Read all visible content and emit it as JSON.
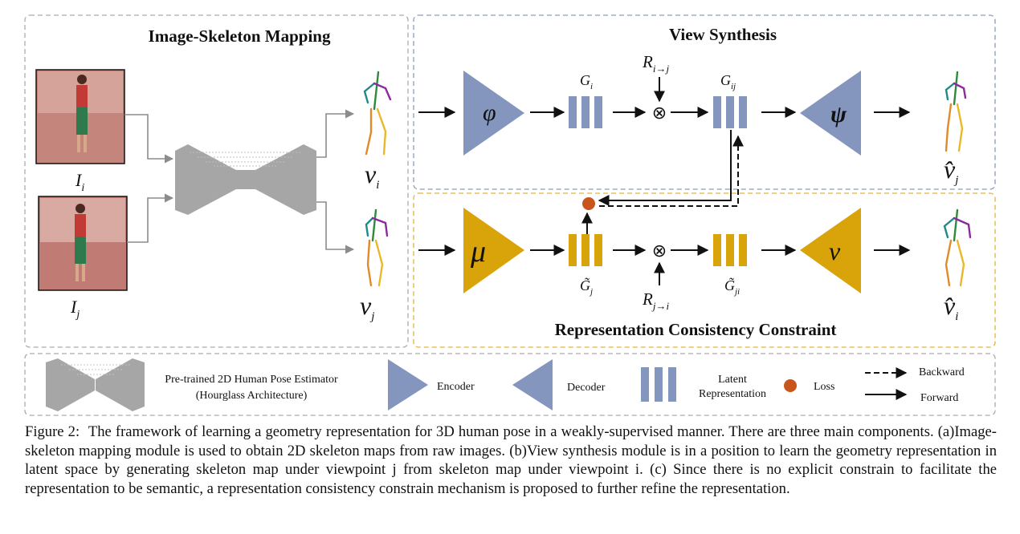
{
  "panels": {
    "mapping_title": "Image-Skeleton Mapping",
    "view_title": "View Synthesis",
    "consistency_title": "Representation Consistency Constraint"
  },
  "symbols": {
    "phi": "φ",
    "psi": "ψ",
    "mu": "μ",
    "nu": "ν",
    "otimes": "⊗",
    "I_i": "I",
    "I_i_sub": "i",
    "I_j": "I",
    "I_j_sub": "j",
    "v_i": "v",
    "v_i_sub": "i",
    "v_j": "v",
    "v_j_sub": "j",
    "vhat_j": "v̂",
    "vhat_j_sub": "j",
    "vhat_i": "v̂",
    "vhat_i_sub": "i",
    "G_i": "G",
    "G_i_sub": "i",
    "G_ij": "G",
    "G_ij_sub": "ij",
    "Gt_j": "G̃",
    "Gt_j_sub": "j",
    "Gt_ji": "G̃",
    "Gt_ji_sub": "ji",
    "R_ij": "R",
    "R_ij_sub": "i→j",
    "R_ji": "R",
    "R_ji_sub": "j→i"
  },
  "legend": {
    "hourglass_line1": "Pre-trained 2D Human Pose Estimator",
    "hourglass_line2": "(Hourglass Architecture)",
    "encoder": "Encoder",
    "decoder": "Decoder",
    "latent_line1": "Latent",
    "latent_line2": "Representation",
    "loss": "Loss",
    "backward": "Backward",
    "forward": "Forward"
  },
  "colors": {
    "blue": "#8496be",
    "gold": "#d8a40a",
    "gray": "#a6a6a6",
    "loss": "#c8561c",
    "blue_border": "#8a9bbf",
    "gold_border": "#e1b43a",
    "gray_border": "#aaaaaa"
  },
  "caption": {
    "label": "Figure 2:",
    "text": "The framework of learning a geometry representation for 3D human pose in a weakly-supervised manner. There are three main components. (a)Image-skeleton mapping module is used to obtain 2D skeleton maps from raw images. (b)View synthesis module is in a position to learn the geometry representation in latent space by generating skeleton map under viewpoint j from skeleton map under viewpoint i. (c) Since there is no explicit constrain to facilitate the representation to be semantic, a representation consistency constrain mechanism is proposed to further refine the representation."
  }
}
